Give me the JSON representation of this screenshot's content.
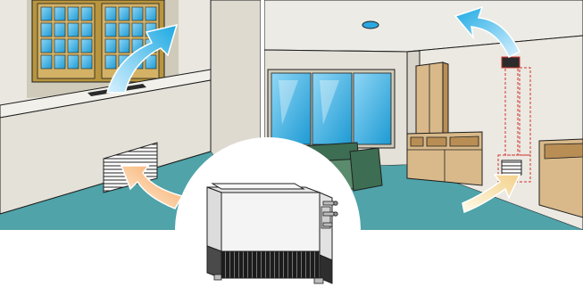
{
  "scene": {
    "left_panel": "room-with-window-and-floor-vent",
    "right_panel": "living-room-with-ceiling-and-wall-vent",
    "center_unit": "floor-standing-concealed-fan-coil-unit"
  },
  "colors": {
    "wall": "#e9e7e0",
    "wall_shadow": "#d7d3c8",
    "floor": "#4fa3a9",
    "outline": "#1f1f1f",
    "window_frame": "#b8953e",
    "glass": "#2aa8e0",
    "glass_light": "#8fd7f6",
    "cabinet": "#d9b98a",
    "cabinet_dark": "#b88e55",
    "sofa": "#3d6d52",
    "sofa_light": "#5a8b6c",
    "air_cool_start": "#1ca9e2",
    "air_cool_end": "#d8f1ff",
    "air_warm_start": "#f6a35b",
    "air_warm_end": "#fff3e0",
    "duct_dash": "#d2312b",
    "unit_body": "#f4f4f4",
    "grille": "#222222"
  },
  "icons": {
    "supply_air": "blue-arrow-icon",
    "return_air": "orange-arrow-icon"
  }
}
